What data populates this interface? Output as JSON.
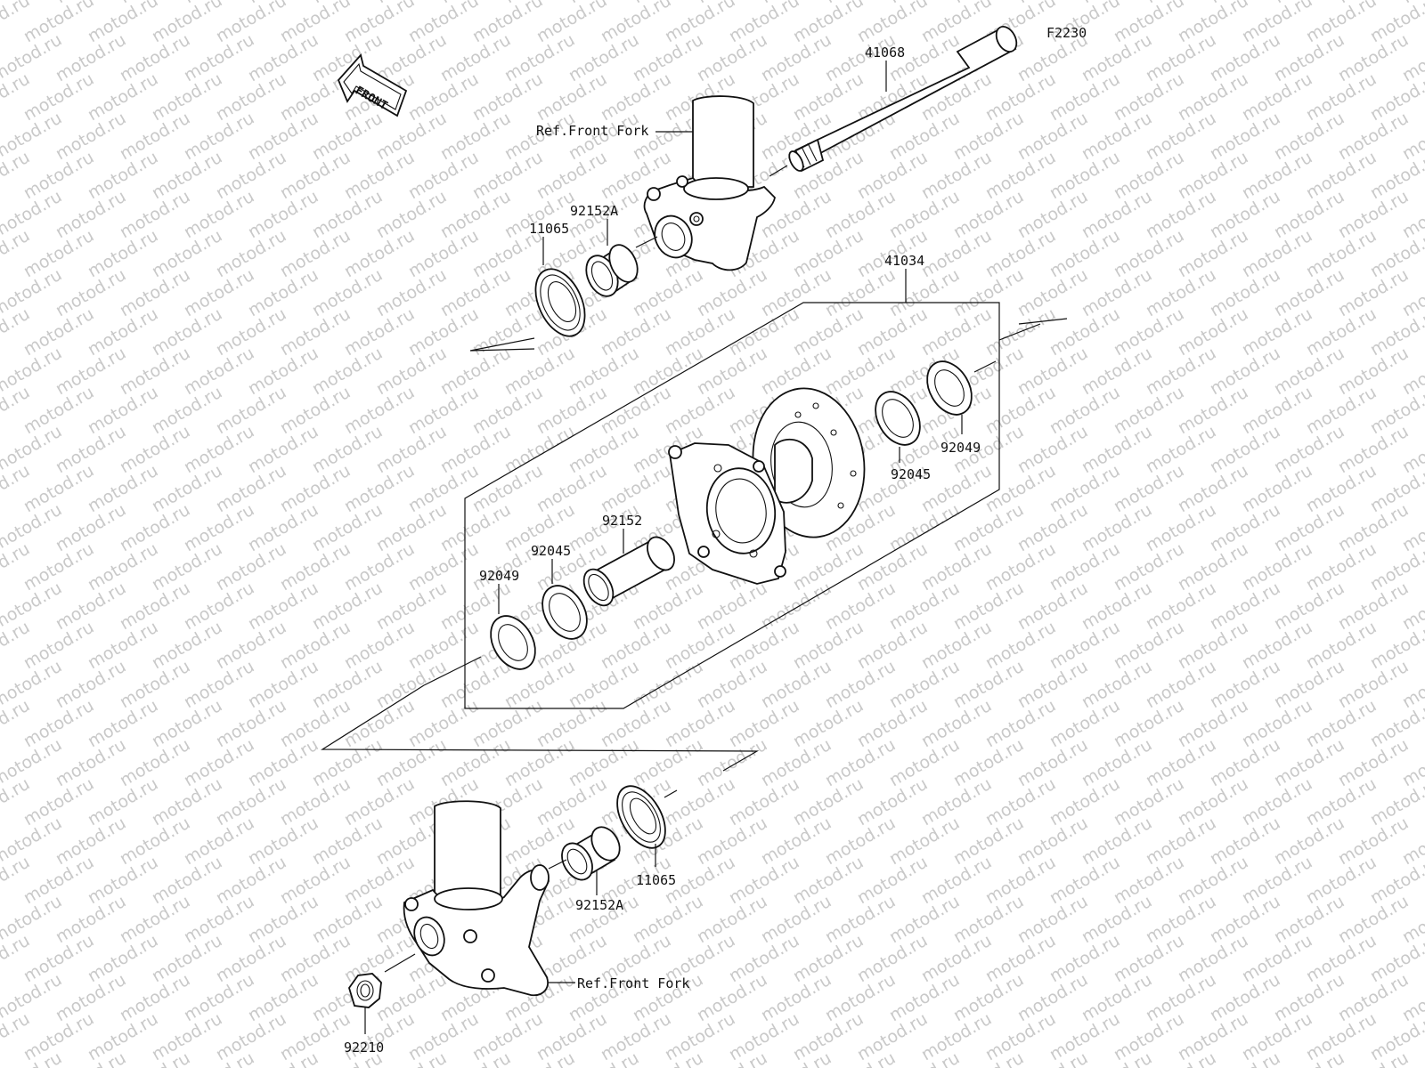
{
  "figure_code": "F2230",
  "front_marker": "FRONT",
  "watermark": "motod.ru",
  "ref_label": "Ref.Front Fork",
  "parts": [
    {
      "id": "p41068",
      "number": "41068"
    },
    {
      "id": "p11065a",
      "number": "11065"
    },
    {
      "id": "p92152a_top",
      "number": "92152A"
    },
    {
      "id": "p41034",
      "number": "41034"
    },
    {
      "id": "p92045r",
      "number": "92045"
    },
    {
      "id": "p92049r",
      "number": "92049"
    },
    {
      "id": "p92152",
      "number": "92152"
    },
    {
      "id": "p92045l",
      "number": "92045"
    },
    {
      "id": "p92049l",
      "number": "92049"
    },
    {
      "id": "p92152a_bot",
      "number": "92152A"
    },
    {
      "id": "p11065b",
      "number": "11065"
    },
    {
      "id": "p92210",
      "number": "92210"
    }
  ]
}
